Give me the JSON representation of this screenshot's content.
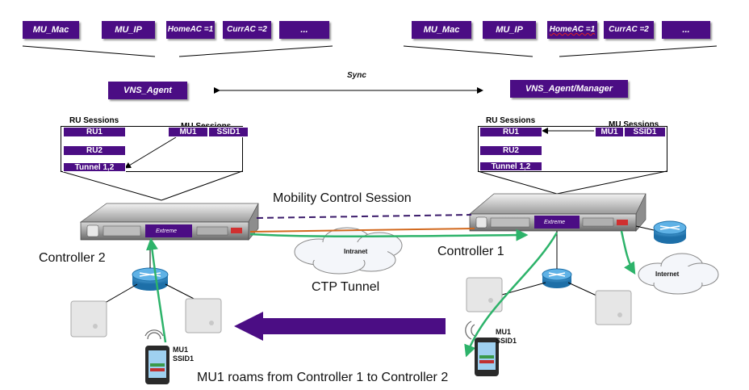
{
  "left": {
    "header_boxes": [
      "MU_Mac",
      "MU_IP",
      "HomeAC =1",
      "CurrAC =2",
      "..."
    ],
    "agent": "VNS_Agent",
    "ru_sessions_title": "RU Sessions",
    "mu_sessions_title": "MU Sessions",
    "ru_rows": [
      "RU1",
      "RU2",
      "Tunnel 1,2"
    ],
    "mu_cells": [
      "MU1",
      "SSID1"
    ],
    "controller_label": "Controller 2"
  },
  "right": {
    "header_boxes": [
      "MU_Mac",
      "MU_IP",
      "HomeAC =1",
      "CurrAC =2",
      "..."
    ],
    "agent": "VNS_Agent/Manager",
    "ru_sessions_title": "RU Sessions",
    "mu_sessions_title": "MU Sessions",
    "ru_rows": [
      "RU1",
      "RU2",
      "Tunnel 1,2"
    ],
    "mu_cells": [
      "MU1",
      "SSID1"
    ],
    "controller_label": "Controller 1"
  },
  "sync_label": "Sync",
  "mobility_label": "Mobility Control Session",
  "intranet_label": "Intranet",
  "internet_label": "Internet",
  "ctp_label": "CTP Tunnel",
  "device_brand": "Extreme",
  "mu_left": {
    "name": "MU1",
    "ssid": "SSID1"
  },
  "mu_right": {
    "name": "MU1",
    "ssid": "SSID1"
  },
  "caption": "MU1 roams from Controller 1 to Controller 2",
  "colors": {
    "purple": "#4b0d84",
    "green": "#2db36a",
    "orange": "#d2691e"
  }
}
